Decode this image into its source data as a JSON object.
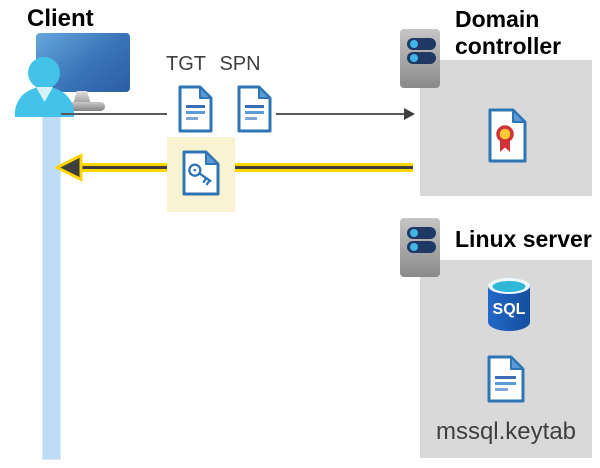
{
  "client": {
    "label": "Client"
  },
  "request": {
    "tgt_label": "TGT",
    "spn_label": "SPN"
  },
  "domain_controller": {
    "label": "Domain controller"
  },
  "linux_server": {
    "label": "Linux server",
    "sql_label": "SQL",
    "keytab_label": "mssql.keytab"
  },
  "colors": {
    "doc_border_blue": "#2e75b6",
    "doc_fold_blue": "#5b9bd5",
    "gray_box": "#d9d9d9",
    "highlight_yellow": "#faf3d1",
    "arrow_gray": "#595959",
    "arrow_yellow": "#ffd400",
    "arrowhead_dark": "#3e3e3e",
    "lifeline_blue": "#bfdcf7",
    "person_cyan": "#43c2ea",
    "server_bar_navy": "#1f3864",
    "server_dot_blue": "#41b6e6",
    "sql_body_blue": "#1a5cb4",
    "sql_top_cyan": "#2fb7d8",
    "cert_ring_red": "#d13438",
    "cert_center_yellow": "#ffc933",
    "label_gray": "#3f3f3f"
  }
}
